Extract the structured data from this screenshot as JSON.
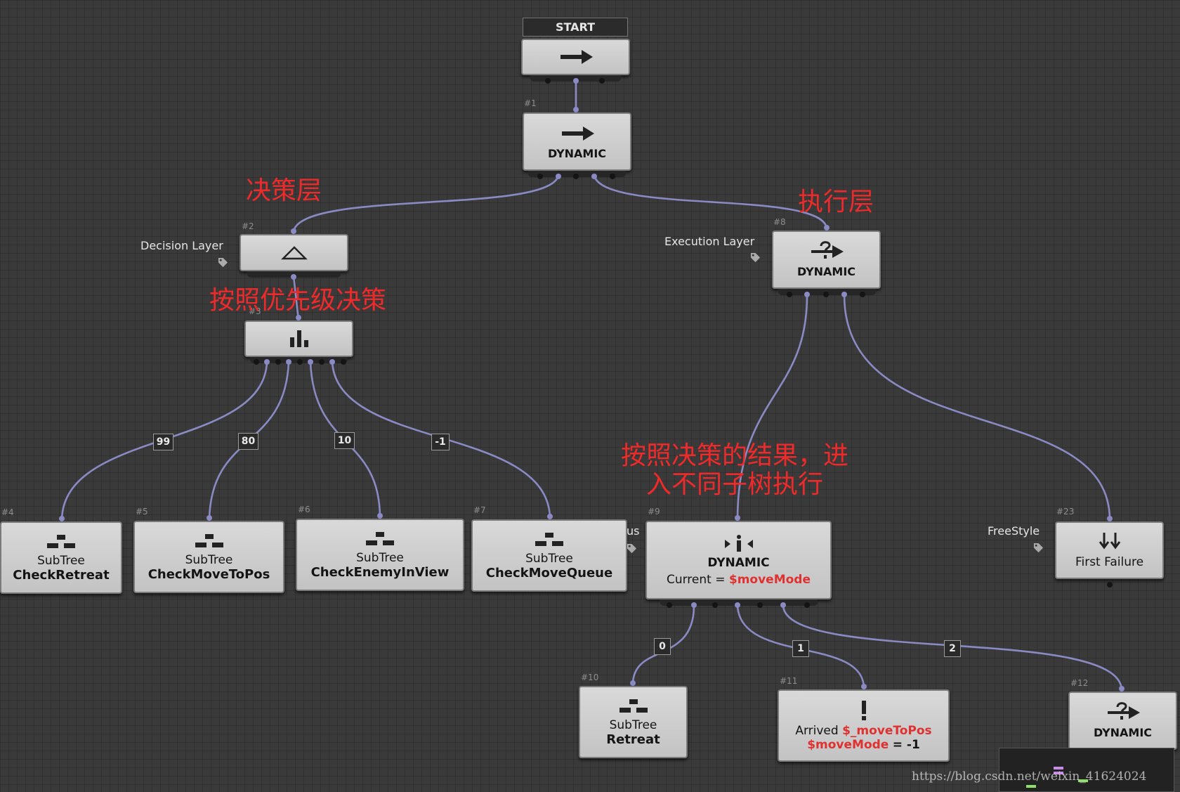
{
  "start_label": "START",
  "annotations": {
    "decision": "决策层",
    "execution": "执行层",
    "priority": "按照优先级决策",
    "result_line1": "按照决策的结果，进",
    "result_line2": "入不同子树执行"
  },
  "nodes": {
    "n1": {
      "id": "#1",
      "title": "DYNAMIC"
    },
    "n2": {
      "id": "#2",
      "tag": "Decision Layer"
    },
    "n3": {
      "id": "#3"
    },
    "n4": {
      "id": "#4",
      "line1": "SubTree",
      "line2": "CheckRetreat"
    },
    "n5": {
      "id": "#5",
      "line1": "SubTree",
      "line2": "CheckMoveToPos"
    },
    "n6": {
      "id": "#6",
      "line1": "SubTree",
      "line2": "CheckEnemyInView"
    },
    "n7": {
      "id": "#7",
      "line1": "SubTree",
      "line2": "CheckMoveQueue"
    },
    "n8": {
      "id": "#8",
      "tag": "Execution Layer",
      "title": "DYNAMIC"
    },
    "n9": {
      "id": "#9",
      "tag_fragment": "us",
      "title": "DYNAMIC",
      "current_label": "Current =",
      "current_var": "$moveMode"
    },
    "n10": {
      "id": "#10",
      "line1": "SubTree",
      "line2": "Retreat"
    },
    "n11": {
      "id": "#11",
      "arrived_label": "Arrived",
      "arrived_var": "$_moveToPos",
      "condition_var": "$moveMode",
      "condition_rest": "= -1"
    },
    "n12": {
      "id": "#12",
      "title": "DYNAMIC"
    },
    "n23": {
      "id": "#23",
      "tag": "FreeStyle",
      "title": "First Failure"
    }
  },
  "priorities": [
    "99",
    "80",
    "10",
    "-1"
  ],
  "cases": [
    "0",
    "1",
    "2"
  ],
  "watermark": "https://blog.csdn.net/weixin_41624024",
  "colors": {
    "wire": "#8a8ac4",
    "annotation": "#ee2a2a",
    "variable": "#e03030"
  }
}
